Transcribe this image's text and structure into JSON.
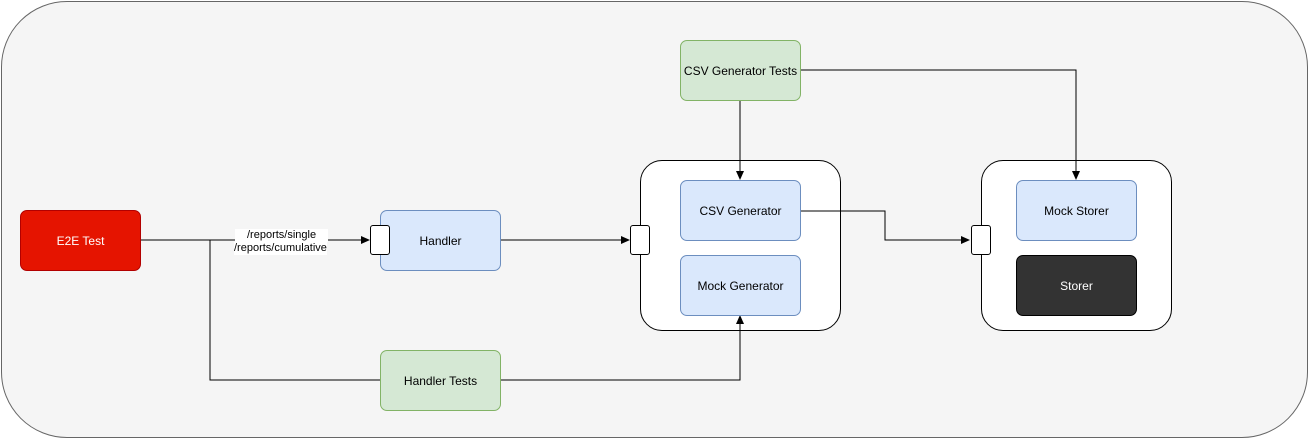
{
  "nodes": {
    "e2e_test": "E2E Test",
    "handler": "Handler",
    "csv_generator_tests": "CSV Generator Tests",
    "csv_generator": "CSV Generator",
    "mock_generator": "Mock Generator",
    "mock_storer": "Mock Storer",
    "storer": "Storer",
    "handler_tests": "Handler Tests"
  },
  "edge_labels": {
    "route_single": "/reports/single",
    "route_cumulative": "/reports/cumulative"
  },
  "colors": {
    "background": "#f5f5f5",
    "blue_fill": "#dae8fc",
    "blue_stroke": "#6c8ebf",
    "green_fill": "#d5e8d4",
    "green_stroke": "#82b366",
    "red_fill": "#e51400",
    "dark_fill": "#333333"
  }
}
